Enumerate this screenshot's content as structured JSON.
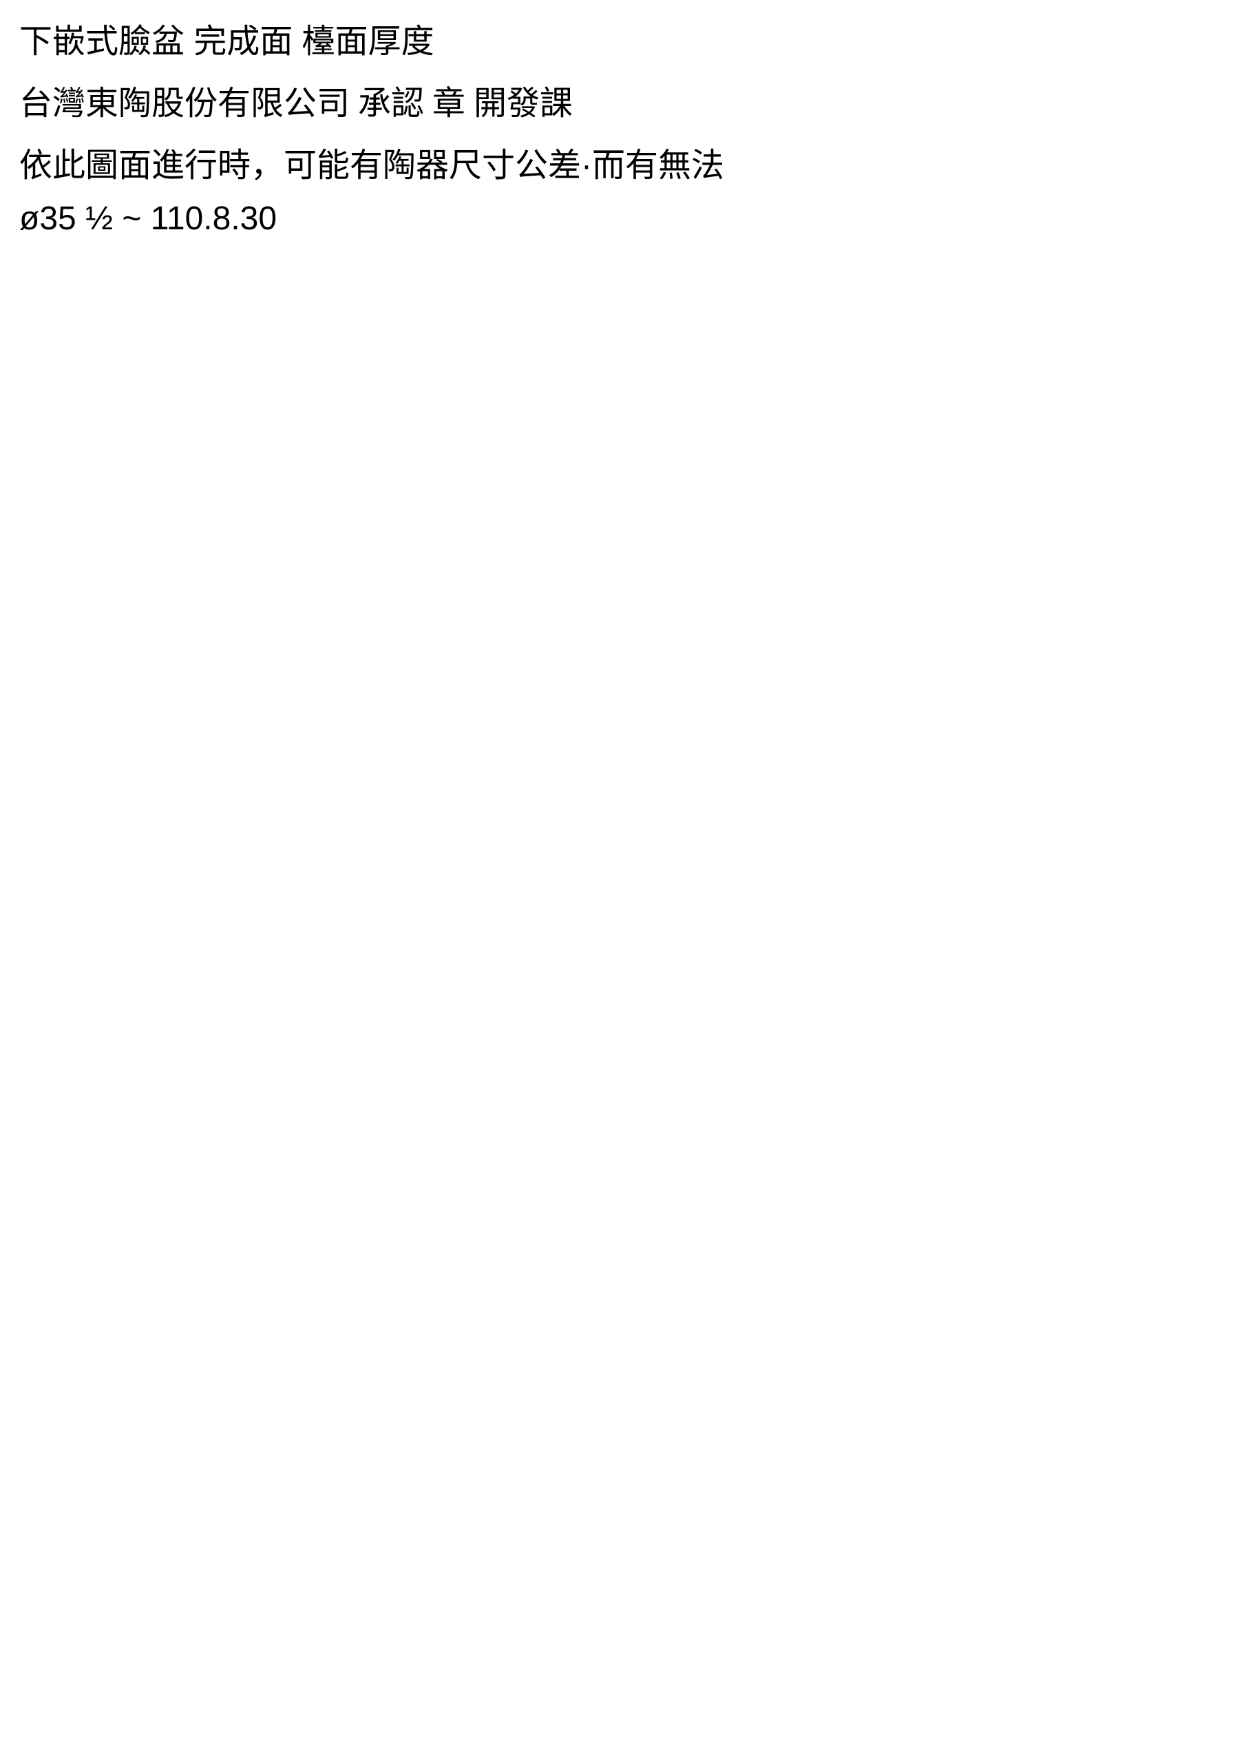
{
  "t1": "下嵌式臉盆 完成面 檯面厚度",
  "t2": "台灣東陶股份有限公司 承認 章 開發課",
  "t3": "依此圖面進行時，可能有陶器尺寸公差·而有無法",
  "t4": "ø35 ½ ~ 110.8.30"
}
